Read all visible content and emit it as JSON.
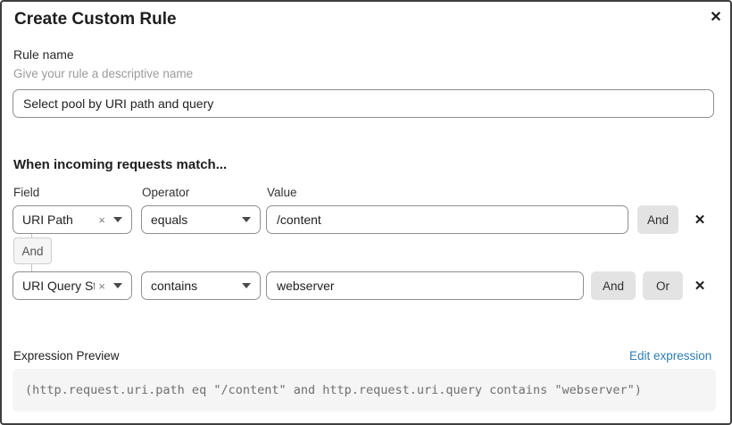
{
  "dialog": {
    "title": "Create Custom Rule",
    "close_icon": "✕"
  },
  "rule_name": {
    "label": "Rule name",
    "helper": "Give your rule a descriptive name",
    "value": "Select pool by URI path and query"
  },
  "match_section": {
    "heading": "When incoming requests match...",
    "columns": {
      "field": "Field",
      "operator": "Operator",
      "value": "Value"
    },
    "rows": [
      {
        "field": "URI Path",
        "operator": "equals",
        "value": "/content",
        "buttons": [
          "And"
        ],
        "clear_icon": "×",
        "remove_icon": "✕"
      },
      {
        "field": "URI Query St...",
        "operator": "contains",
        "value": "webserver",
        "buttons": [
          "And",
          "Or"
        ],
        "clear_icon": "×",
        "remove_icon": "✕"
      }
    ],
    "connector_label": "And"
  },
  "expression": {
    "label": "Expression Preview",
    "edit_link": "Edit expression",
    "code": "(http.request.uri.path eq \"/content\" and http.request.uri.query contains \"webserver\")"
  },
  "colors": {
    "link": "#2e7cb4",
    "dialog_border": "#3f3f3f",
    "input_border": "#8f8f8f",
    "button_bg": "#e3e3e4",
    "code_bg": "#f5f5f6"
  }
}
